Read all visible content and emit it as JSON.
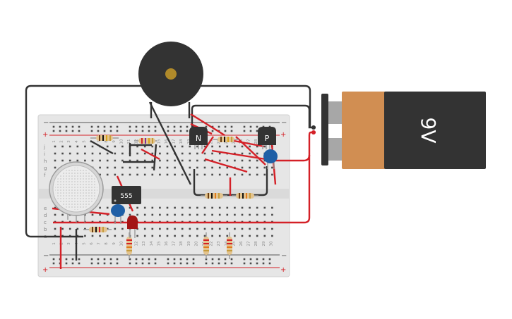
{
  "components": {
    "battery": {
      "label": "9V"
    },
    "ic": {
      "label": "555"
    },
    "npn_transistor": {
      "label": "N"
    },
    "pnp_transistor": {
      "label": "P"
    }
  },
  "breadboard": {
    "rail_plus": "+",
    "rail_minus": "−",
    "row_letters_top": [
      "j",
      "i",
      "h",
      "g",
      "f"
    ],
    "row_letters_bottom": [
      "e",
      "d",
      "c",
      "b",
      "a"
    ],
    "column_numbers": [
      "1",
      "2",
      "3",
      "4",
      "5",
      "6",
      "7",
      "8",
      "9",
      "10",
      "11",
      "12",
      "13",
      "14",
      "15",
      "16",
      "17",
      "18",
      "19",
      "20",
      "21",
      "22",
      "23",
      "24",
      "25",
      "26",
      "27",
      "28",
      "29",
      "30"
    ]
  },
  "colors": {
    "wire_red": "#d42027",
    "wire_black": "#333333",
    "board": "#e6e6e6",
    "battery_body": "#d18e52",
    "battery_cap": "#333333",
    "capacitor": "#1f5fa6",
    "led": "#a31515"
  }
}
